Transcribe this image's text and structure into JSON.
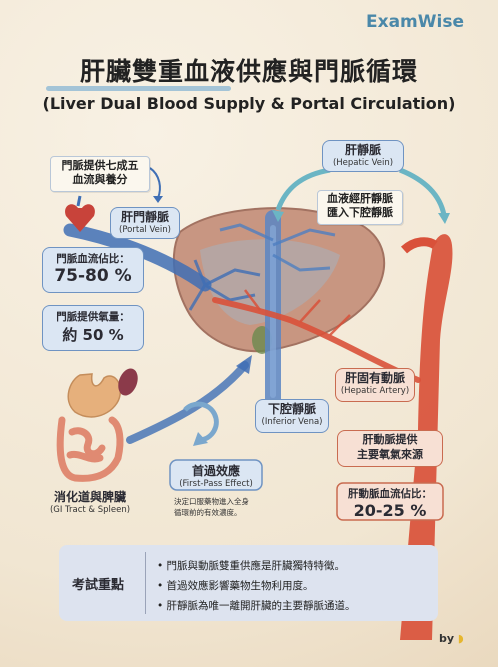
{
  "brand": "ExamWise",
  "title": "肝臟雙重血液供應與門脈循環",
  "subtitle": "(Liver Dual Blood Supply & Portal Circulation)",
  "notes": {
    "portal_supply": "門脈提供七成五\n血流與養分",
    "hepatic_vein_note": "血液經肝靜脈\n匯入下腔靜脈"
  },
  "labels": {
    "portal_vein": {
      "main": "肝門靜脈",
      "sub": "(Portal Vein)"
    },
    "hepatic_vein": {
      "main": "肝靜脈",
      "sub": "(Hepatic Vein)"
    },
    "ivc": {
      "main": "下腔靜脈",
      "sub": "(Inferior Vena)"
    },
    "hepatic_artery": {
      "main": "肝固有動脈",
      "sub": "(Hepatic Artery)"
    },
    "first_pass": {
      "main": "首過效應",
      "sub": "(First-Pass Effect)"
    },
    "first_pass_note": "決定口服藥物進入全身\n循環前的有效濃度。",
    "gi": {
      "main": "消化道與脾臟",
      "sub": "(GI Tract & Spleen)"
    }
  },
  "stats": {
    "portal_flow_label": "門脈血流佔比：",
    "portal_flow_value": "75-80 %",
    "portal_o2_label": "門脈提供氧量：",
    "portal_o2_value": "約 50 %",
    "artery_supply": "肝動脈提供\n主要氧氣來源",
    "artery_flow_label": "肝動脈血流佔比：",
    "artery_flow_value": "20-25 %"
  },
  "summary": {
    "heading": "考試重點",
    "items": [
      "• 門脈與動脈雙重供應是肝臟獨特特徵。",
      "• 首過效應影響藥物生物利用度。",
      "• 肝靜脈為唯一離開肝臟的主要靜脈通道。"
    ]
  },
  "signature": "by",
  "colors": {
    "artery": "#d9513a",
    "vein": "#3f6fb5",
    "liver": "#b5836f",
    "accent": "#4a88a9"
  }
}
